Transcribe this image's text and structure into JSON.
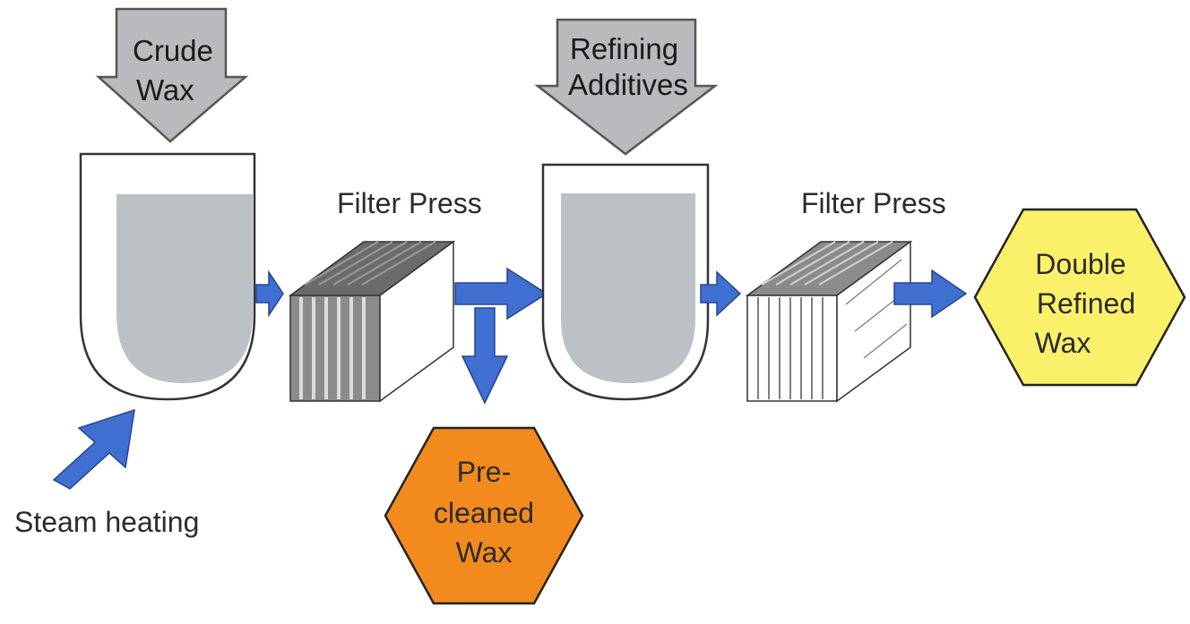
{
  "inputs": {
    "crude_wax": [
      "Crude",
      "Wax"
    ],
    "refining_additives": [
      "Refining",
      "Additives"
    ]
  },
  "labels": {
    "filter_press_1": "Filter Press",
    "filter_press_2": "Filter Press",
    "steam_heating": "Steam heating"
  },
  "outputs": {
    "pre_cleaned_wax": [
      "Pre-",
      "cleaned",
      "Wax"
    ],
    "double_refined_wax": [
      "Double",
      "Refined",
      "Wax"
    ]
  },
  "colors": {
    "input_arrow_fill": "#b8babd",
    "vessel_liquid": "#bcc1c6",
    "flow_arrow": "#3f6fd1",
    "press_dark": "#5f6061",
    "press_light": "#d8d8d8",
    "pre_cleaned_fill": "#f28a1e",
    "double_refined_fill": "#fbf06a"
  }
}
